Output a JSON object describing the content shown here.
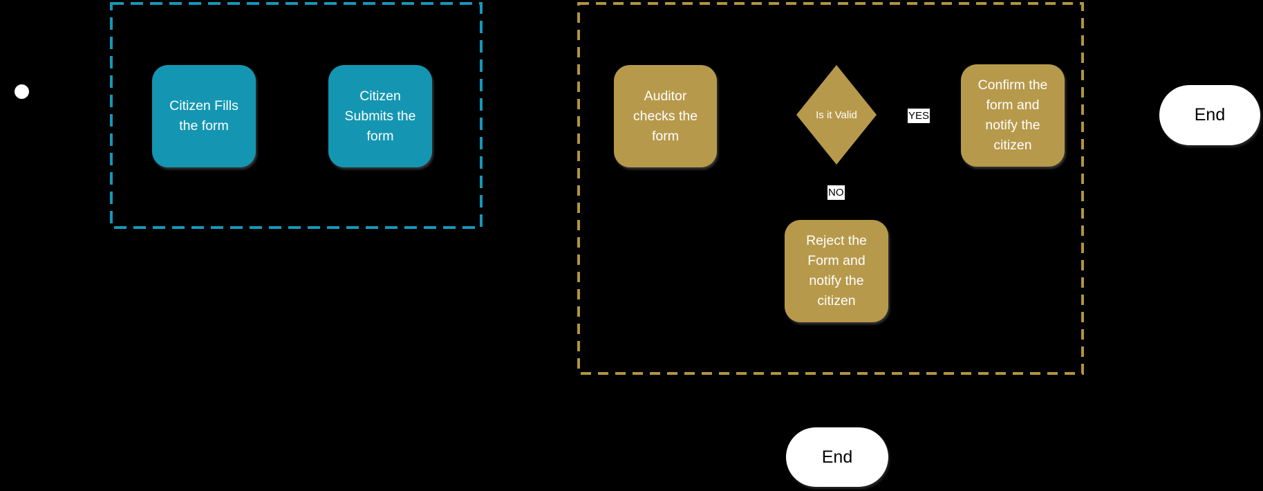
{
  "colors": {
    "background": "#000000",
    "citizen-lane": "#1598BA",
    "citizen-node": "#1496B2",
    "auditor-lane": "#B3943E",
    "auditor-node": "#B7994B",
    "node-text": "#FFFFFF",
    "terminal-fill": "#FFFFFF",
    "terminal-text": "#000000",
    "edge-label-bg": "#FFFFFF",
    "edge-label-text": "#000000"
  },
  "diagram": {
    "nodes": {
      "fill_form": {
        "label": "Citizen Fills\nthe form"
      },
      "submit_form": {
        "label": "Citizen\nSubmits the\nform"
      },
      "auditor_check": {
        "label": "Auditor\nchecks the\nform"
      },
      "decision": {
        "label": "Is it Valid"
      },
      "confirm": {
        "label": "Confirm the\nform and\nnotify the\ncitizen"
      },
      "reject": {
        "label": "Reject the\nForm and\nnotify the\ncitizen"
      },
      "end_right": {
        "label": "End"
      },
      "end_bottom": {
        "label": "End"
      }
    },
    "edge_labels": {
      "yes": {
        "label": "YES"
      },
      "no": {
        "label": "NO"
      }
    }
  }
}
